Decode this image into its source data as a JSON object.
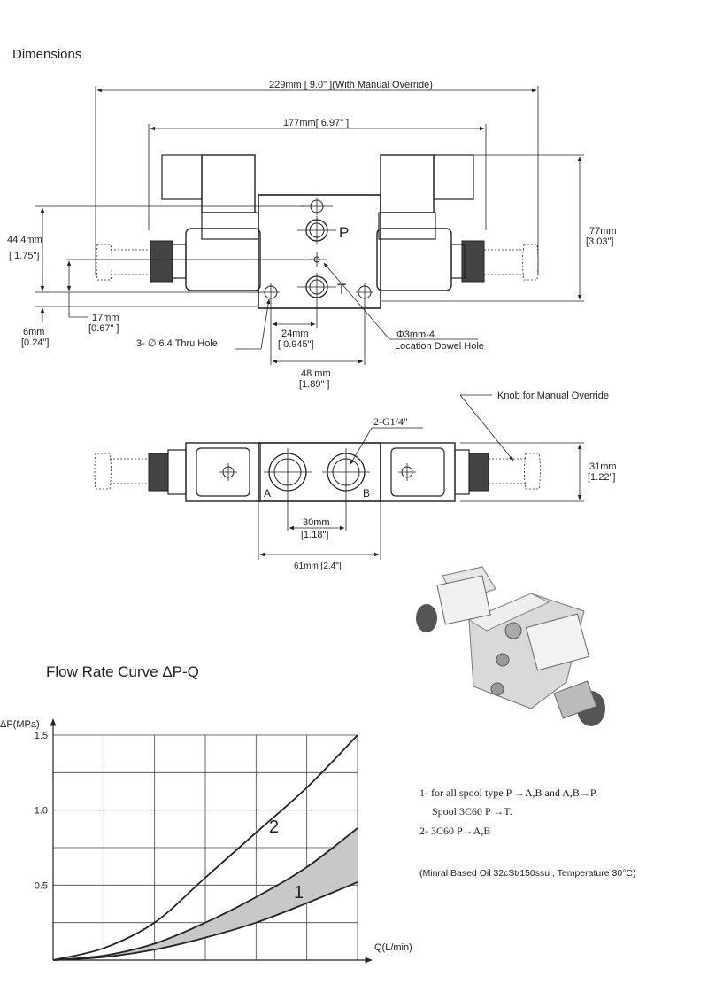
{
  "page": {
    "dimensions_heading": "Dimensions",
    "flow_heading": "Flow Rate Curve ΔP-Q"
  },
  "top_view": {
    "overall_length": "229mm [ 9.0\" ](With Manual Override)",
    "body_length": "177mm[ 6.97\" ]",
    "height_mm": "77mm",
    "height_in": "[3.03\"]",
    "port_offset_mm": "44.4mm",
    "port_offset_in": "[ 1.75\"]",
    "dowel_offset_mm": "17mm",
    "dowel_offset_in": "[0.67\" ]",
    "base_offset_mm": "6mm",
    "base_offset_in": "[0.24\"]",
    "port_spacing_mm": "24mm",
    "port_spacing_in": "[ 0.945\"]",
    "mount_width_mm": "48 mm",
    "mount_width_in": "[1.89\" ]",
    "thru_hole": "3- ∅ 6.4 Thru Hole",
    "dowel_label": "Φ3mm-4",
    "dowel_desc": "Location  Dowel Hole",
    "port_p": "P",
    "port_t": "T"
  },
  "side_view": {
    "knob_label": "Knob for Manual Override",
    "thread_label": "2-G1/4\"",
    "port_a": "A",
    "port_b": "B",
    "depth_mm": "31mm",
    "depth_in": "[1.22\"]",
    "port_spacing_mm": "30mm",
    "port_spacing_in": "[1.18\"]",
    "body_width": "61mm [2.4\"]"
  },
  "notes": {
    "line1": "1- for all spool type P →A,B and A,B→P.",
    "line2": "Spool 3C60 P →T.",
    "line3": "2- 3C60 P→A,B",
    "oil": "(Minral Based Oil  32cSt/150ssu ,  Temperature 30°C)"
  },
  "chart_data": {
    "type": "line",
    "title": "Flow Rate Curve ΔP-Q",
    "xlabel": "Q(L/min)",
    "ylabel": "ΔP(MPa)",
    "ylim": [
      0,
      1.5
    ],
    "yticks": [
      0.5,
      1.0,
      1.5
    ],
    "ytick_labels": [
      "0.5",
      "1.0",
      "1.5"
    ],
    "xlim": [
      0,
      6
    ],
    "x_grid_divisions": 6,
    "grid": true,
    "series": [
      {
        "name": "2",
        "x": [
          0,
          1,
          2,
          3,
          4,
          5,
          6
        ],
        "values": [
          0,
          0.08,
          0.25,
          0.55,
          0.85,
          1.15,
          1.5
        ]
      },
      {
        "name": "1",
        "x": [
          0,
          1,
          2,
          3,
          4,
          5,
          6
        ],
        "values": [
          0,
          0.03,
          0.11,
          0.25,
          0.42,
          0.62,
          0.88
        ]
      },
      {
        "name": "1",
        "x": [
          0,
          1,
          2,
          3,
          4,
          5,
          6
        ],
        "values": [
          0,
          0.02,
          0.07,
          0.15,
          0.25,
          0.38,
          0.52
        ]
      }
    ],
    "band_between_series": [
      1,
      2
    ],
    "band_color": "#c8c8c8",
    "line_color": "#222222"
  }
}
